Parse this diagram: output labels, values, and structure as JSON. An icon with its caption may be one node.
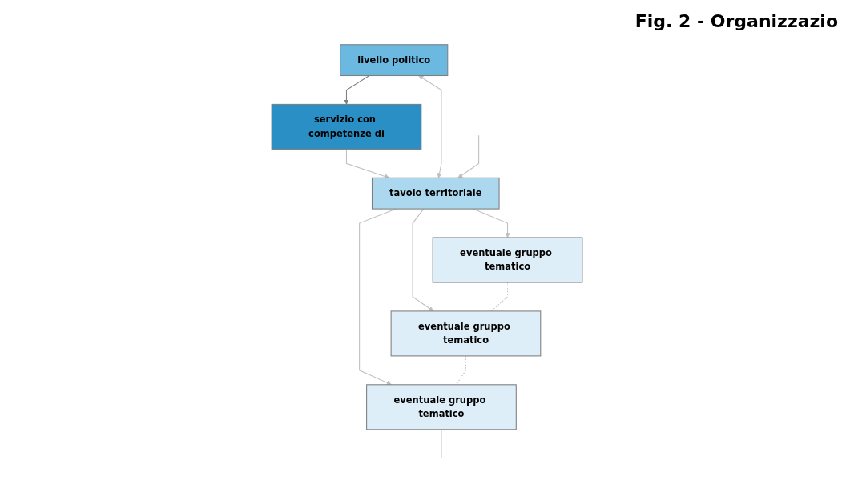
{
  "diagram": {
    "title": "Fig. 2 - Organizzazio",
    "nodes": [
      {
        "text": [
          "livello politico"
        ]
      },
      {
        "text": [
          "servizio con competenze di"
        ]
      },
      {
        "text": [
          "tavolo territoriale"
        ]
      },
      {
        "text": [
          "eventuale gruppo tematico"
        ]
      },
      {
        "text": [
          "eventuale gruppo tematico"
        ]
      },
      {
        "text": [
          "eventuale gruppo tematico"
        ]
      }
    ],
    "edges": [
      {
        "from": 0,
        "to": 1,
        "arrow": "to",
        "color": "#7f7f7f"
      },
      {
        "from": 1,
        "to": 2,
        "arrow": "to"
      },
      {
        "from": 0,
        "to": 2,
        "arrow": "both"
      },
      {
        "from": 2,
        "to": 3,
        "arrow": "to"
      },
      {
        "from": 2,
        "to": 4,
        "arrow": "to"
      },
      {
        "from": 2,
        "to": 5,
        "arrow": "to"
      },
      {
        "from": 3,
        "to": 4,
        "arrow": "none",
        "style": "dashed"
      },
      {
        "from": 4,
        "to": 5,
        "arrow": "none",
        "style": "dashed"
      },
      {
        "from": null,
        "to": 2,
        "arrow": "to"
      },
      {
        "from": 5,
        "to": null,
        "arrow": "none"
      }
    ]
  }
}
